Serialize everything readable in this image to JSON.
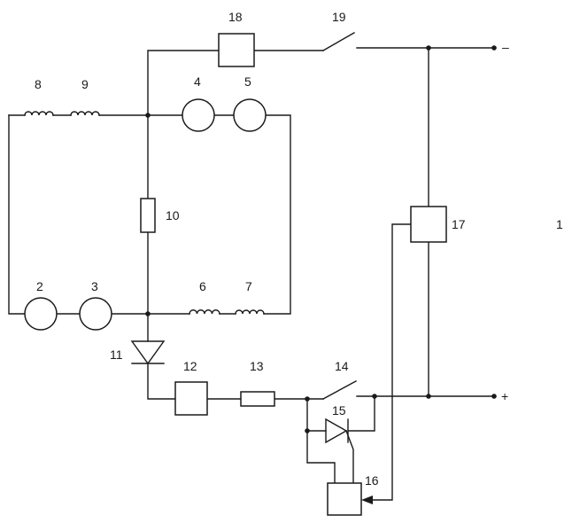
{
  "labels": {
    "n1": "1",
    "n2": "2",
    "n3": "3",
    "n4": "4",
    "n5": "5",
    "n6": "6",
    "n7": "7",
    "n8": "8",
    "n9": "9",
    "n10": "10",
    "n11": "11",
    "n12": "12",
    "n13": "13",
    "n14": "14",
    "n15": "15",
    "n16": "16",
    "n17": "17",
    "n18": "18",
    "n19": "19"
  },
  "terminals": {
    "minus": "–",
    "plus": "+"
  },
  "colors": {
    "line": "#1a1a1a",
    "background": "#ffffff"
  },
  "symbols": {
    "machines": [
      "2",
      "3",
      "4",
      "5"
    ],
    "inductors": [
      "6",
      "7",
      "8",
      "9"
    ],
    "resistors": [
      "10",
      "13"
    ],
    "diodes": [
      "11",
      "15"
    ],
    "blocks": [
      "12",
      "16",
      "17",
      "18"
    ],
    "switches": [
      "14",
      "19"
    ]
  }
}
